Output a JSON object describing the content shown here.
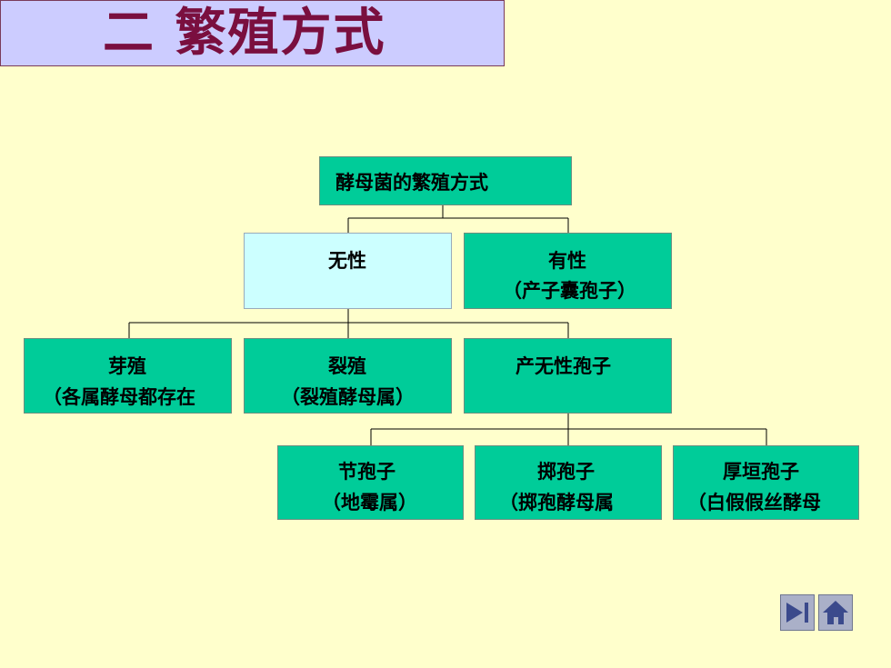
{
  "title": "二 繁殖方式",
  "root": "酵母菌的繁殖方式",
  "asexual": {
    "label": "无性"
  },
  "sexual": {
    "label": "有性",
    "note": "（产子囊孢子）"
  },
  "budding": {
    "label": "芽殖",
    "note": "（各属酵母都存在"
  },
  "fission": {
    "label": "裂殖",
    "note": "（裂殖酵母属）"
  },
  "spores": {
    "label": "产无性孢子"
  },
  "arthro": {
    "label": "节孢子",
    "note": "（地霉属）"
  },
  "ballisto": {
    "label": "掷孢子",
    "note": "（掷孢酵母属"
  },
  "chlamydo": {
    "label": "厚垣孢子",
    "note": "（白假假丝酵母"
  },
  "nav": {
    "next_icon": "next-slide-icon",
    "home_icon": "home-icon"
  },
  "colors": {
    "node": "#00cc99",
    "node_light": "#ccffff",
    "title_bg": "#ccccff",
    "title_text": "#7a0f3f",
    "page_bg": "#ffffcc"
  }
}
